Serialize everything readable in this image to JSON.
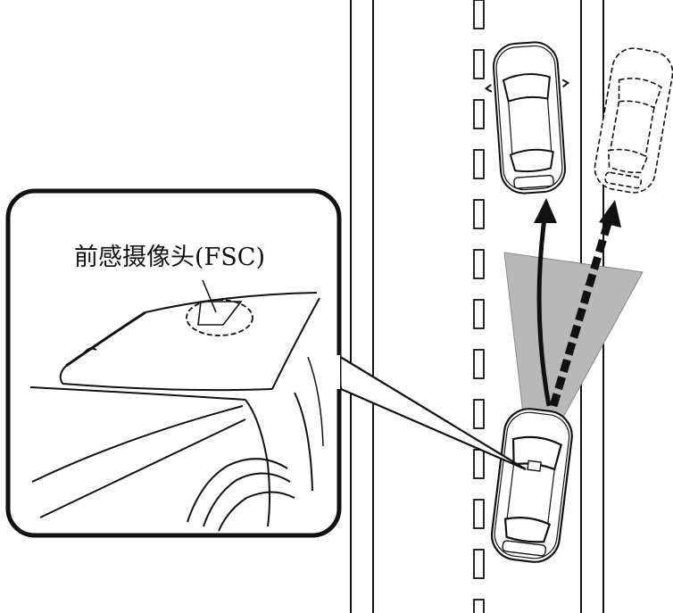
{
  "callout": {
    "label": "前感摄像头(FSC)"
  },
  "colors": {
    "ink": "#111111",
    "detection_zone": "#b8b8b8",
    "background": "#ffffff"
  },
  "icons": [
    "windshield-camera",
    "car-top-view",
    "direction-arrow",
    "dashed-direction-arrow"
  ]
}
